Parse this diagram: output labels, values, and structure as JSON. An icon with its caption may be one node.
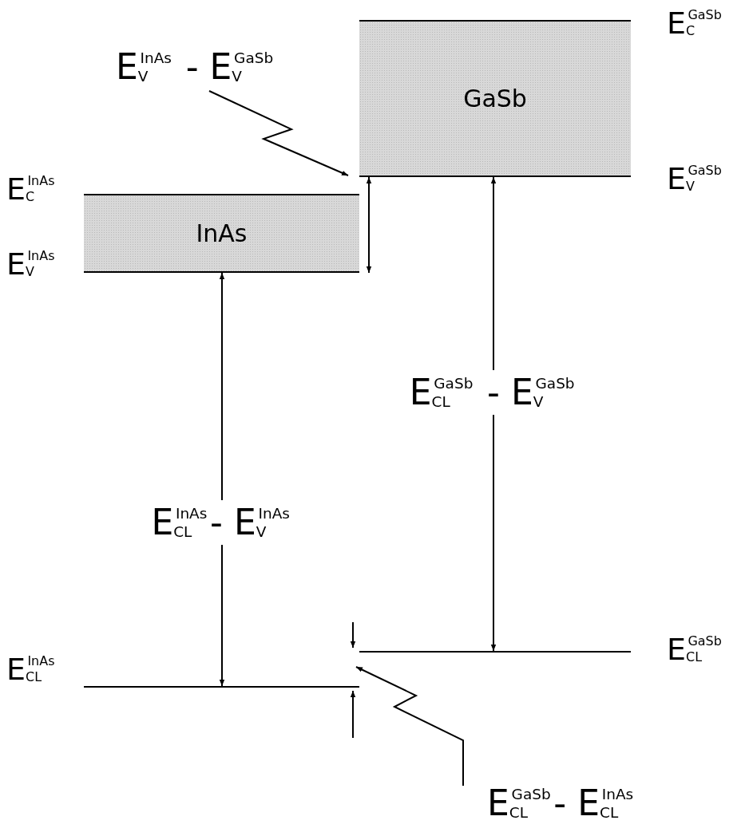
{
  "diagram": {
    "nodes": [
      {
        "text": [
          "GaSb"
        ]
      },
      {
        "text": [
          "InAs"
        ]
      },
      {
        "text": [],
        "shape": "bar"
      },
      {
        "text": [],
        "shape": "bar"
      },
      {
        "text": [
          "E$_{V}$$^{InAs}$ - E$_{V}$$^{GaSb}$"
        ]
      },
      {
        "text": [
          "E$_{CL}$$^{GaSb}$- E$_{CL}$$^{InAs}$"
        ]
      }
    ],
    "edges": [
      {
        "from": 1,
        "to": 2,
        "arrow": "both",
        "label": "E$_{CL}$$^{InAs}$- E$_{V}$$^{InAs}$"
      },
      {
        "from": 0,
        "to": 3,
        "arrow": "both",
        "label": "E$_{CL}$$^{GaSb}$ - E$_{V}$$^{GaSb}$"
      },
      {
        "from": 4,
        "to": 0,
        "arrow": "to"
      },
      {
        "from": 5,
        "to": 3,
        "arrow": "to"
      },
      {
        "from": 1,
        "to": 0,
        "arrow": "both"
      }
    ],
    "labels": [
      "E$_{C}$$^{GaSb}$",
      "E$_{V}$$^{GaSb}$",
      "E$_{C}$$^{InAs}$",
      "E$_{V}$$^{InAs}$",
      "E$_{CL}$$^{GaSb}$",
      "E$_{CL}$$^{InAs}$"
    ]
  }
}
